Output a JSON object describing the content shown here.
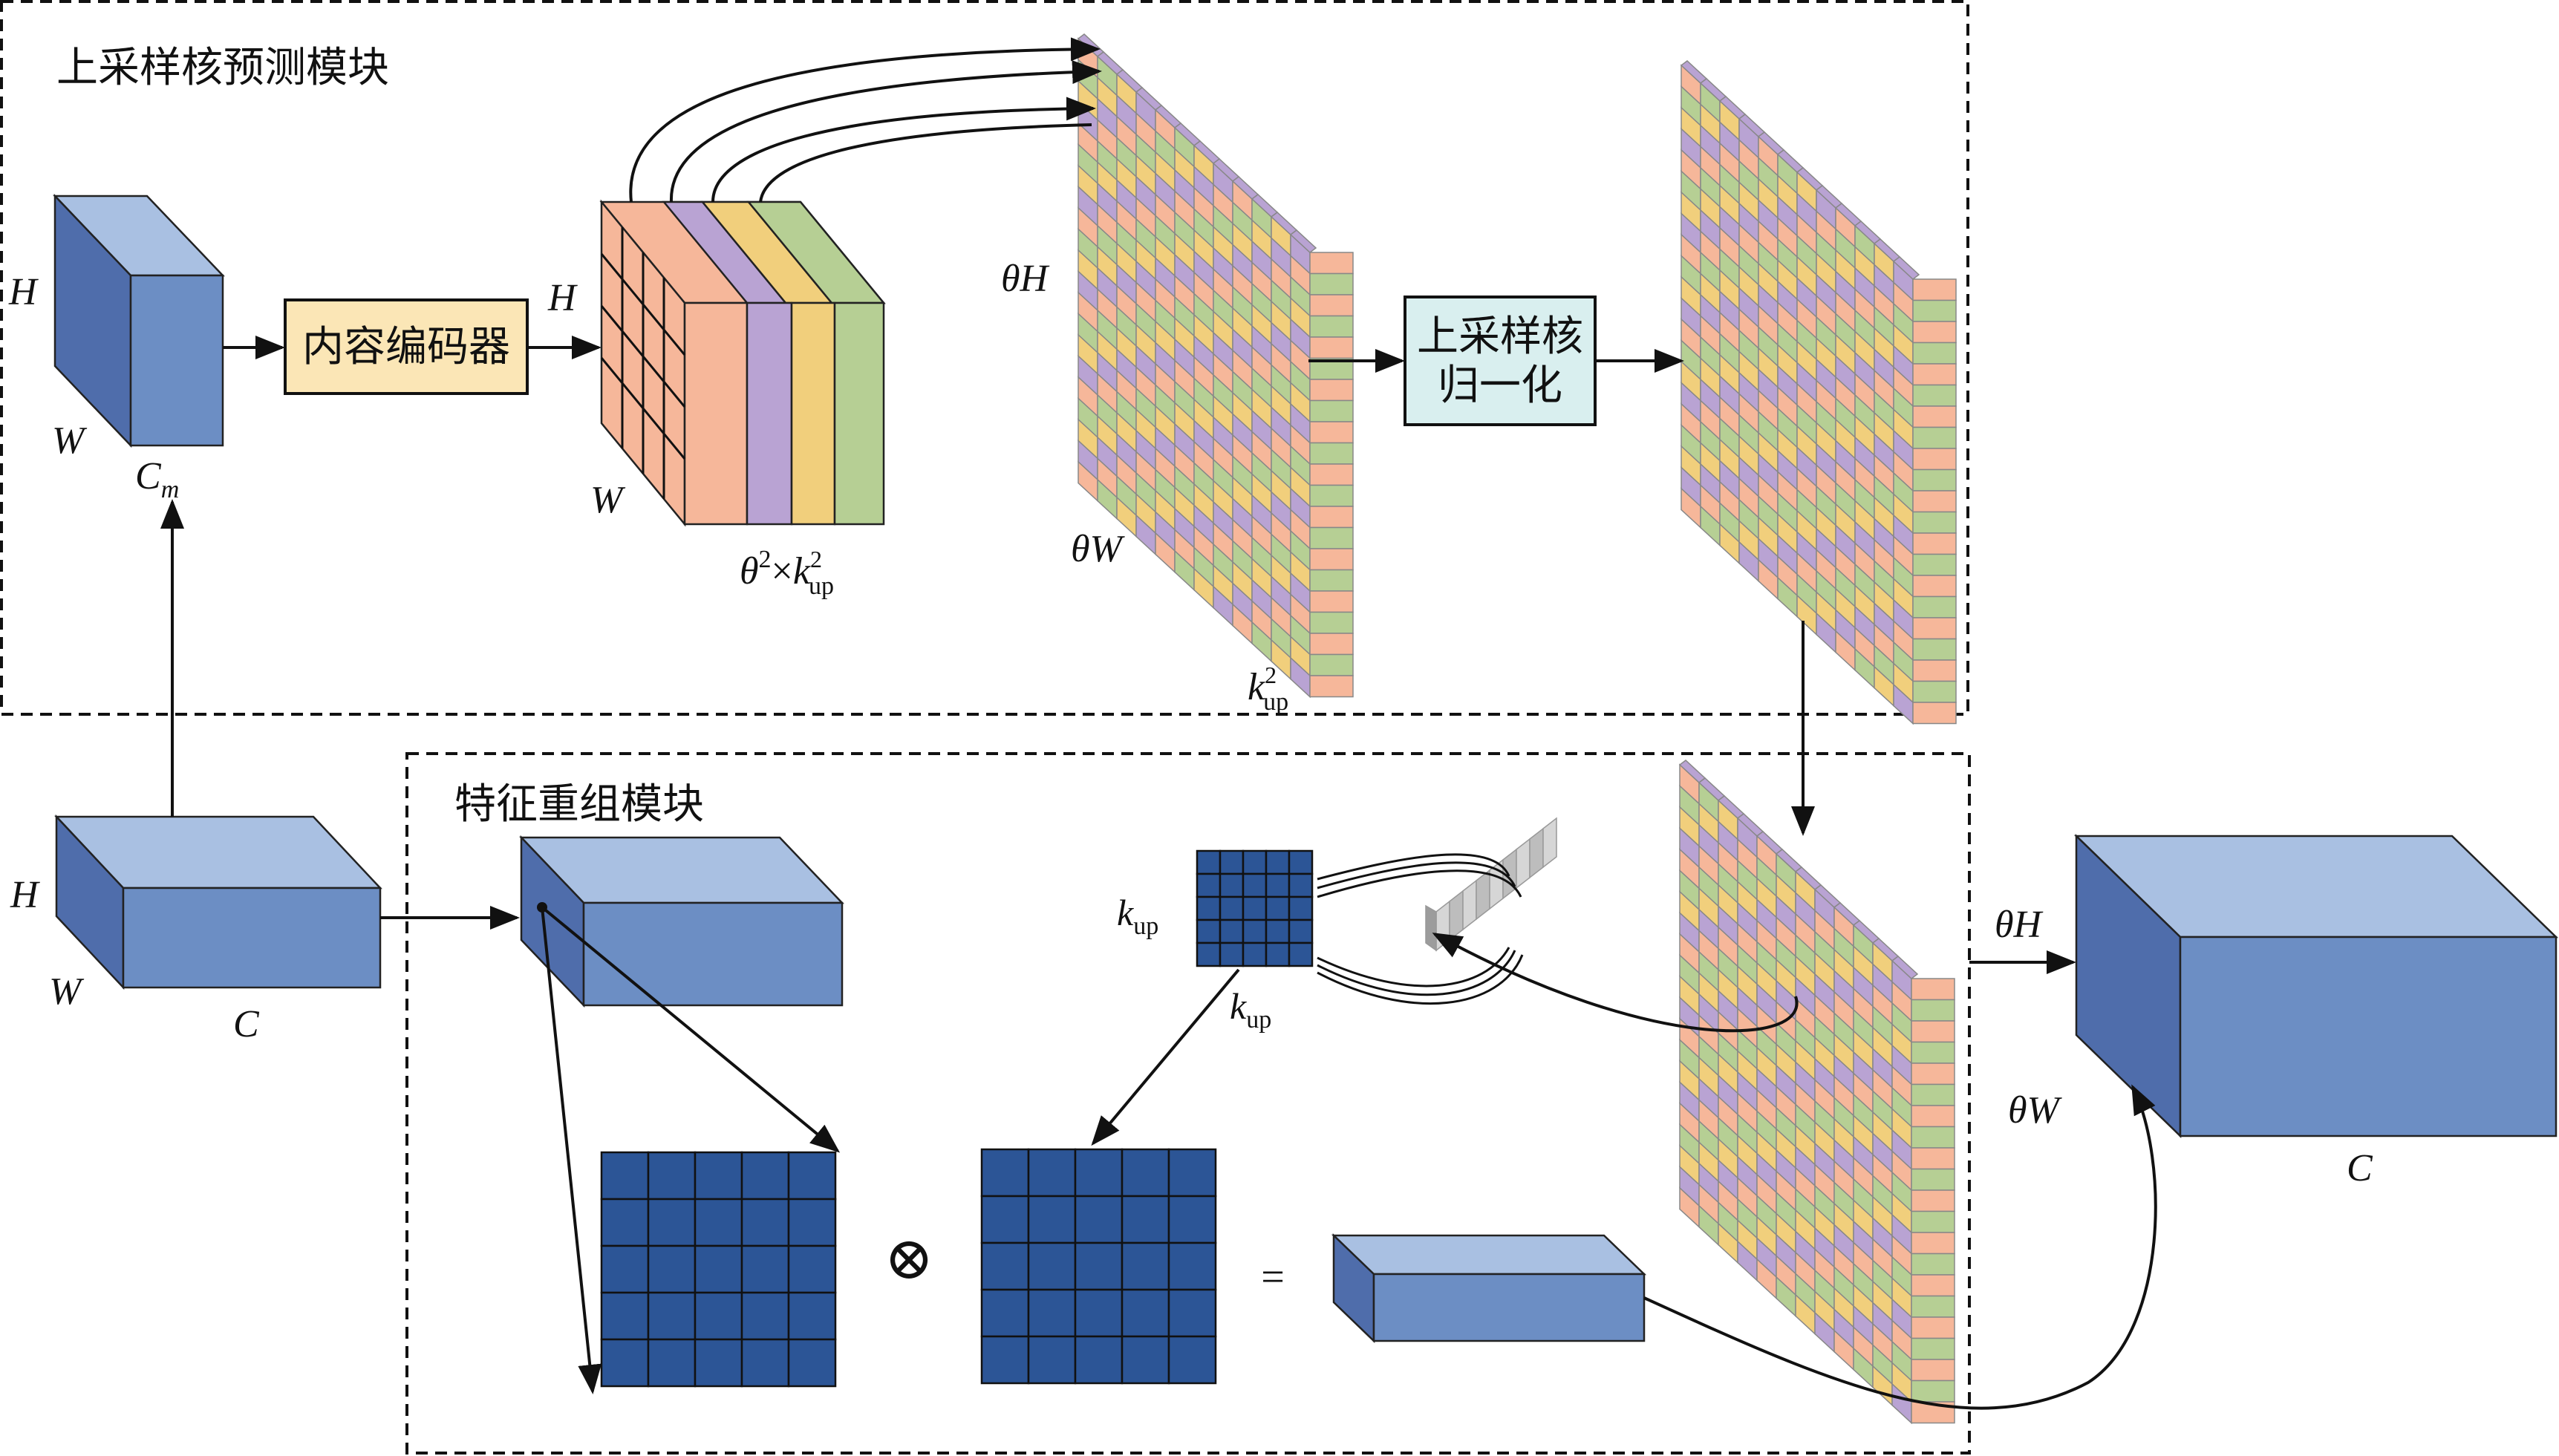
{
  "title_top_module": "上采样核预测模块",
  "title_bottom_module": "特征重组模块",
  "content_encoder_label": "内容编码器",
  "normalize_label_line1": "上采样核",
  "normalize_label_line2": "归一化",
  "labels": {
    "H": "H",
    "W": "W",
    "C": "C",
    "Cm_main": "C",
    "Cm_sub": "m",
    "theta": "θ",
    "theta_sup": "2",
    "times": "×",
    "k": "k",
    "up": "up",
    "two": "2",
    "thetaH": "θH",
    "thetaW": "θW",
    "otimes": "⊗",
    "equals": "="
  },
  "colors": {
    "cube_front": "#6c8ec4",
    "cube_top": "#a9c0e2",
    "cube_side": "#4f6dab",
    "grid_blue": "#2c5596",
    "encoder_fill": "#fbe6b6",
    "normalize_fill": "#d9efef",
    "peach": "#f6b79a",
    "purple": "#b9a3d3",
    "yellow": "#f1cf7c",
    "green": "#b6cf94"
  }
}
